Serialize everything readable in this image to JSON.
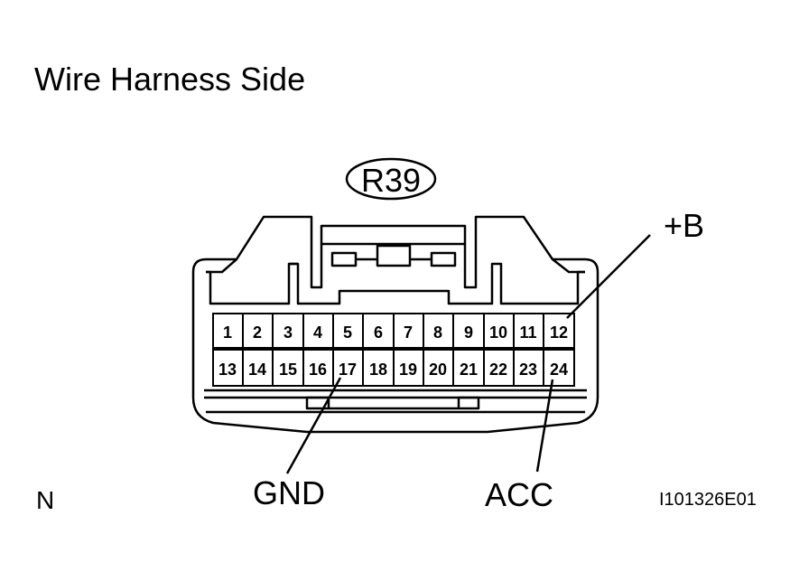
{
  "title": "Wire Harness Side",
  "connector": {
    "id": "R39",
    "top_row_pins": [
      "1",
      "2",
      "3",
      "4",
      "5",
      "6",
      "7",
      "8",
      "9",
      "10",
      "11",
      "12"
    ],
    "bottom_row_pins": [
      "13",
      "14",
      "15",
      "16",
      "17",
      "18",
      "19",
      "20",
      "21",
      "22",
      "23",
      "24"
    ]
  },
  "callouts": {
    "plus_b": "+B",
    "gnd": "GND",
    "acc": "ACC"
  },
  "orientation_mark": "N",
  "reference_code": "I101326E01"
}
